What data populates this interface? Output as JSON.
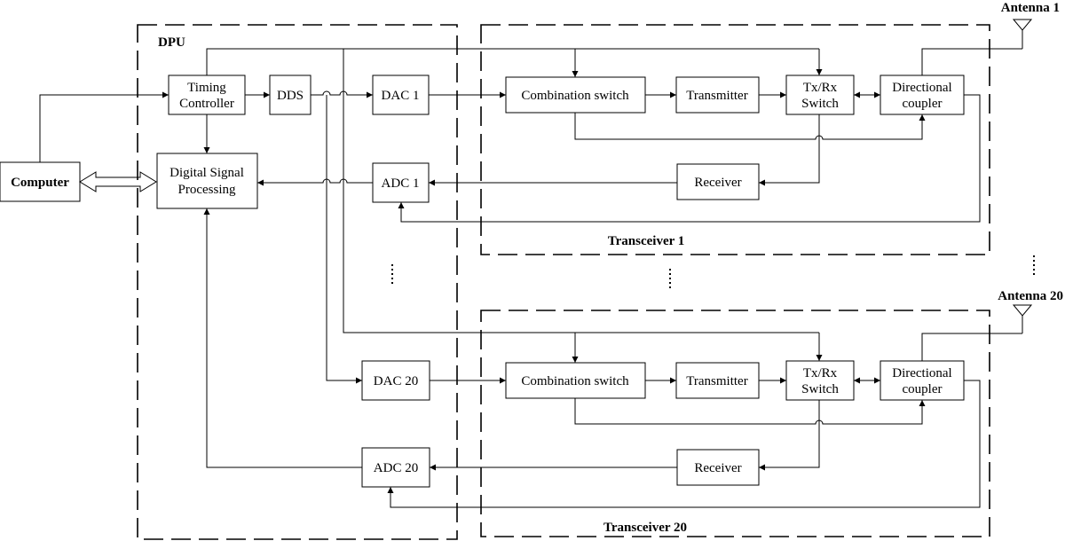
{
  "dpu_label": "DPU",
  "computer": "Computer",
  "timing_controller": [
    "Timing",
    "Controller"
  ],
  "dds": "DDS",
  "dsp": [
    "Digital Signal",
    "Processing"
  ],
  "dac1": "DAC 1",
  "adc1": "ADC 1",
  "dac20": "DAC 20",
  "adc20": "ADC 20",
  "transceiver1": {
    "title": "Transceiver 1",
    "combination_switch": "Combination switch",
    "transmitter": "Transmitter",
    "txrx_switch": [
      "Tx/Rx",
      "Switch"
    ],
    "directional_coupler": [
      "Directional",
      "coupler"
    ],
    "receiver": "Receiver",
    "antenna": "Antenna 1"
  },
  "transceiver20": {
    "title": "Transceiver 20",
    "combination_switch": "Combination switch",
    "transmitter": "Transmitter",
    "txrx_switch": [
      "Tx/Rx",
      "Switch"
    ],
    "directional_coupler": [
      "Directional",
      "coupler"
    ],
    "receiver": "Receiver",
    "antenna": "Antenna 20"
  }
}
